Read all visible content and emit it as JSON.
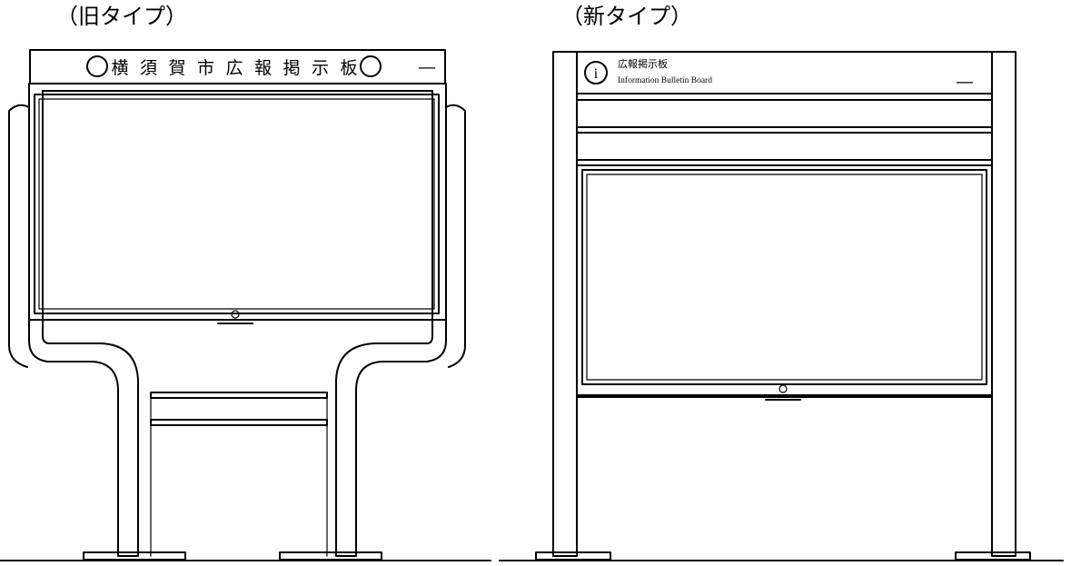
{
  "labels": {
    "old_type": "（旧タイプ）",
    "new_type": "（新タイプ）"
  },
  "old_board": {
    "header_chars": [
      "横",
      "須",
      "賀",
      "市",
      "広",
      "報",
      "掲",
      "示",
      "板"
    ],
    "header_mark": "—"
  },
  "new_board": {
    "info_icon_glyph": "i",
    "header_title_jp": "広報掲示板",
    "header_title_en": "Information Bulletin Board",
    "header_mark": "—"
  }
}
